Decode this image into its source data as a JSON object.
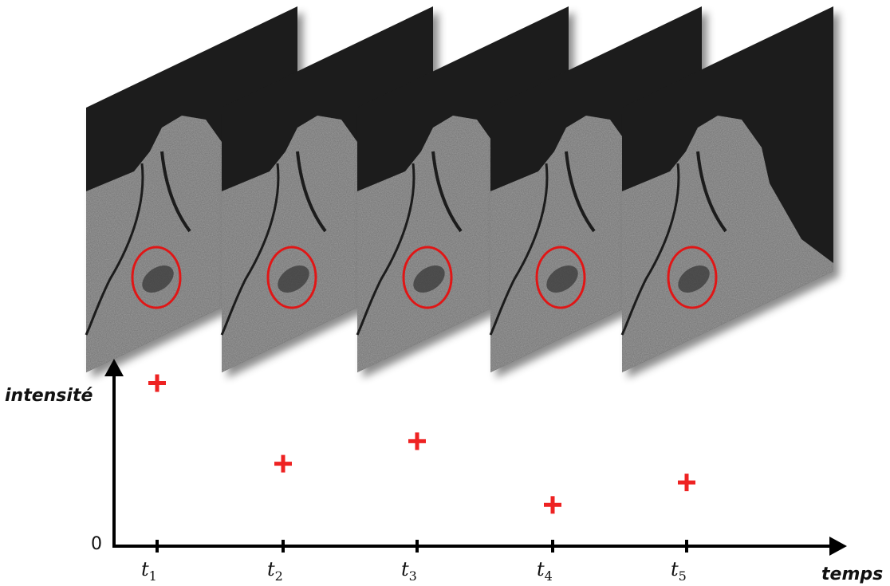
{
  "diagram": {
    "y_axis_label": "intensité",
    "x_axis_label": "temps",
    "origin_label": "0",
    "colors": {
      "marker": "#ee2222",
      "axis": "#000000",
      "highlight_circle": "#e01818",
      "frame_dark": "#1c1c1c",
      "land": "#7b7b7b"
    },
    "time_steps": [
      {
        "base": "t",
        "sub": "1"
      },
      {
        "base": "t",
        "sub": "2"
      },
      {
        "base": "t",
        "sub": "3"
      },
      {
        "base": "t",
        "sub": "4"
      },
      {
        "base": "t",
        "sub": "5"
      }
    ]
  },
  "chart_data": {
    "type": "scatter",
    "x": [
      "t1",
      "t2",
      "t3",
      "t4",
      "t5"
    ],
    "values": [
      0.87,
      0.44,
      0.56,
      0.22,
      0.34
    ],
    "xlabel": "temps",
    "ylabel": "intensité",
    "ylim": [
      0,
      1
    ],
    "grid": false
  }
}
